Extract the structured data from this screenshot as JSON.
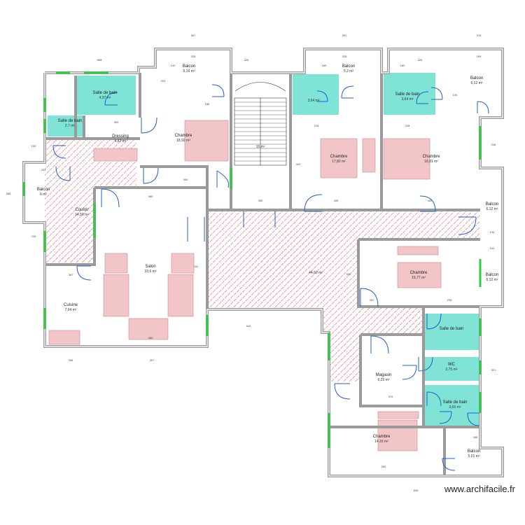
{
  "watermark": "www.archifacile.fr",
  "colors": {
    "wall_fill": "#c9c9c9",
    "wall_stroke": "#555555",
    "bath_fill": "#7fe3d6",
    "hatch": "#e0384a",
    "furniture": "#f2c5c9",
    "window": "#2ecc40",
    "door": "#1f5fd1"
  },
  "rooms": [
    {
      "id": "balcon-top-1",
      "label": "Balcon",
      "area": "5,16 m²"
    },
    {
      "id": "balcon-top-2",
      "label": "Balcon",
      "area": "5,2 m²"
    },
    {
      "id": "balcon-top-3",
      "label": "Balcon",
      "area": "6,12 m²"
    },
    {
      "id": "sdb-1",
      "label": "Salle de bain",
      "area": "4,37 m²"
    },
    {
      "id": "sdb-2",
      "label": "Salle de bain",
      "area": "2,7 m²"
    },
    {
      "id": "sdb-3",
      "label": "",
      "area": "3,64 m²"
    },
    {
      "id": "sdb-4",
      "label": "Salle de bain",
      "area": "3,64 m²"
    },
    {
      "id": "dressing",
      "label": "Dressing",
      "area": "4,82 m²"
    },
    {
      "id": "chambre-1",
      "label": "Chambre",
      "area": "18,92 m²"
    },
    {
      "id": "escalier",
      "label": "",
      "area": "15 m²"
    },
    {
      "id": "chambre-2",
      "label": "Chambre",
      "area": "17,82 m²"
    },
    {
      "id": "chambre-3",
      "label": "Chambre",
      "area": "16,81 m²"
    },
    {
      "id": "balcon-left",
      "label": "Balcon",
      "area": "6 m²"
    },
    {
      "id": "couloir",
      "label": "Couloir",
      "area": "14,59 m²"
    },
    {
      "id": "balcon-right-1",
      "label": "Balcon",
      "area": "6,12 m²"
    },
    {
      "id": "salon",
      "label": "Salon",
      "area": "33,6 m²"
    },
    {
      "id": "hall",
      "label": "",
      "area": "44,69 m²"
    },
    {
      "id": "chambre-4",
      "label": "Chambre",
      "area": "15,77 m²"
    },
    {
      "id": "balcon-right-2",
      "label": "Balcon",
      "area": "6,12 m²"
    },
    {
      "id": "cuisine",
      "label": "Cuisine",
      "area": "7,64 m²"
    },
    {
      "id": "sdb-5",
      "label": "Salle de bain",
      "area": ""
    },
    {
      "id": "wc",
      "label": "WC",
      "area": "2,75 m²"
    },
    {
      "id": "magasin",
      "label": "Magasin",
      "area": "6,25 m²"
    },
    {
      "id": "sdb-6",
      "label": "Salle de bain",
      "area": "3,65 m²"
    },
    {
      "id": "chambre-5",
      "label": "Chambre",
      "area": "14,16 m²"
    },
    {
      "id": "balcon-bottom",
      "label": "Balcon",
      "area": "5,01 m²"
    }
  ],
  "dimensions": [
    {
      "id": "d1",
      "text": "397"
    },
    {
      "id": "d2",
      "text": "391"
    },
    {
      "id": "d3",
      "text": "378"
    },
    {
      "id": "d4",
      "text": "668"
    },
    {
      "id": "d5",
      "text": "325"
    },
    {
      "id": "d6",
      "text": "326"
    },
    {
      "id": "d7",
      "text": "325"
    },
    {
      "id": "d8",
      "text": "326"
    },
    {
      "id": "d9",
      "text": "189"
    },
    {
      "id": "d10",
      "text": "142"
    },
    {
      "id": "d11",
      "text": "165"
    },
    {
      "id": "d12",
      "text": "160"
    },
    {
      "id": "d13",
      "text": "203"
    },
    {
      "id": "d14",
      "text": "186"
    },
    {
      "id": "d15",
      "text": "218"
    },
    {
      "id": "d16",
      "text": "218"
    },
    {
      "id": "d17",
      "text": "300"
    },
    {
      "id": "d18",
      "text": "400"
    },
    {
      "id": "d19",
      "text": "350"
    },
    {
      "id": "d20",
      "text": "400"
    },
    {
      "id": "d21",
      "text": "400"
    },
    {
      "id": "d22",
      "text": "480"
    },
    {
      "id": "d23",
      "text": "203"
    },
    {
      "id": "d24",
      "text": "385"
    },
    {
      "id": "d25",
      "text": "705"
    },
    {
      "id": "d26",
      "text": "367"
    },
    {
      "id": "d27",
      "text": "267"
    },
    {
      "id": "d28",
      "text": "238"
    },
    {
      "id": "d29",
      "text": "480"
    },
    {
      "id": "d30",
      "text": "642"
    },
    {
      "id": "d31",
      "text": "336"
    },
    {
      "id": "d32",
      "text": "397"
    },
    {
      "id": "d33",
      "text": "376"
    },
    {
      "id": "d34",
      "text": "550"
    },
    {
      "id": "d35",
      "text": "268"
    },
    {
      "id": "d36",
      "text": "605"
    },
    {
      "id": "d37",
      "text": "422"
    },
    {
      "id": "d38",
      "text": "431"
    },
    {
      "id": "d39",
      "text": "590"
    },
    {
      "id": "d40",
      "text": "104"
    },
    {
      "id": "d41",
      "text": "134"
    },
    {
      "id": "d42",
      "text": "228"
    },
    {
      "id": "d43",
      "text": "155"
    },
    {
      "id": "d44",
      "text": "321"
    },
    {
      "id": "d45",
      "text": "100"
    }
  ]
}
